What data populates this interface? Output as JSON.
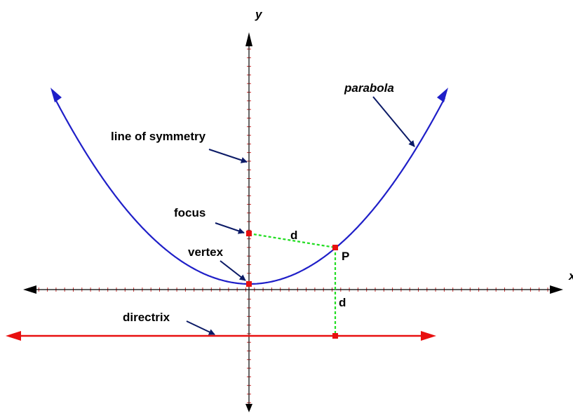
{
  "labels": {
    "x_axis": "x",
    "y_axis": "y",
    "parabola": "parabola",
    "line_of_symmetry": "line of symmetry",
    "focus": "focus",
    "vertex": "vertex",
    "directrix": "directrix",
    "point_p": "P",
    "distance_focus": "d",
    "distance_directrix": "d"
  },
  "colors": {
    "axes": "#000000",
    "tick_marks": "#c83232",
    "parabola": "#1f1fc8",
    "directrix": "#e81010",
    "distance_lines": "#22dd22",
    "points": "#e81010",
    "pointer_arrows": "#0b1a66"
  }
}
